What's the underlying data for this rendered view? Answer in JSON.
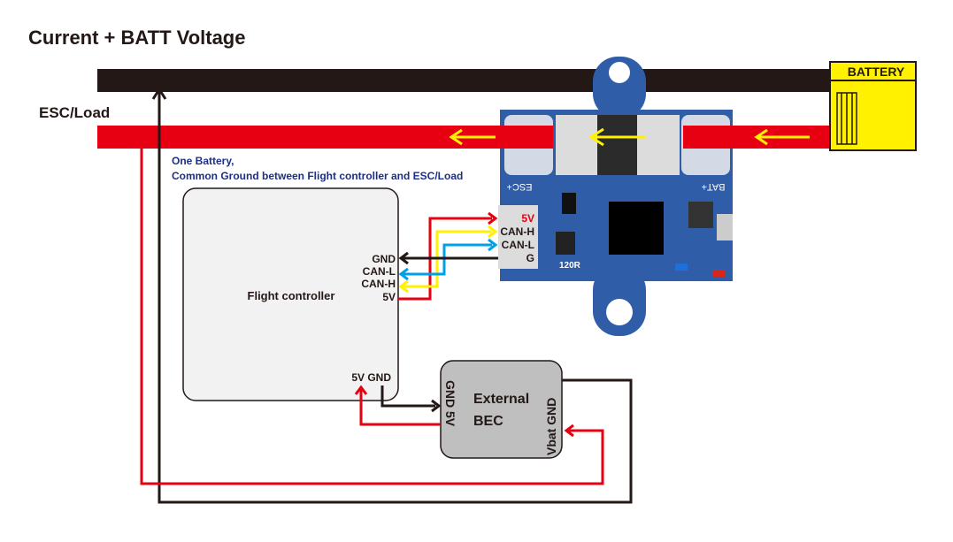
{
  "title": "Current + BATT Voltage",
  "labels": {
    "esc_load": "ESC/Load",
    "battery": "BATTERY",
    "note_line1": "One Battery,",
    "note_line2": "Common Ground between Flight controller and ESC/Load"
  },
  "flight_controller": {
    "name": "Flight controller",
    "pins": [
      "GND",
      "CAN-L",
      "CAN-H",
      "5V"
    ],
    "power_pins": "5V GND"
  },
  "module": {
    "connector_pins": [
      "5V",
      "CAN-H",
      "CAN-L",
      "G"
    ],
    "esc_label": "ESC+",
    "bat_label": "BAT+",
    "resistor_label": "120R"
  },
  "external_bec": {
    "line1": "External",
    "line2": "BEC",
    "left_pins": "GND 5V",
    "right_pins": "Vbat GND"
  },
  "colors": {
    "wire_black": "#231815",
    "wire_red": "#e60012",
    "wire_yellow": "#fff100",
    "wire_blue": "#00a0e9",
    "pcb_blue": "#2f5da8",
    "battery_yellow": "#fff100",
    "note_blue": "#1d2f86"
  }
}
